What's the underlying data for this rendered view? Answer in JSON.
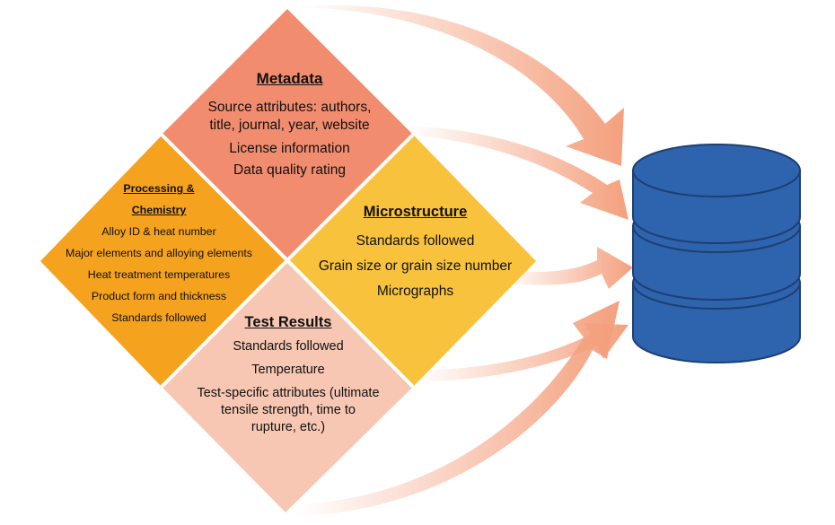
{
  "colors": {
    "metadata": "#F28C6F",
    "processing": "#F5A21F",
    "microstructure": "#F9C23C",
    "test_results": "#F7C7B3",
    "arrow": "#F4A07E",
    "database": "#2E63AE",
    "database_edge": "#1E3F73"
  },
  "metadata": {
    "title": "Metadata",
    "lines": [
      "Source attributes: authors,",
      "title, journal, year, website",
      "License information",
      "Data quality rating"
    ]
  },
  "processing": {
    "title_line1": "Processing &",
    "title_line2": "Chemistry",
    "lines": [
      "Alloy ID & heat number",
      "Major elements and alloying elements",
      "Heat treatment temperatures",
      "Product form and thickness",
      "Standards followed"
    ]
  },
  "microstructure": {
    "title": "Microstructure",
    "lines": [
      "Standards followed",
      "Grain size or grain size number",
      "Micrographs"
    ]
  },
  "test_results": {
    "title": "Test Results",
    "lines": [
      "Standards followed",
      "Temperature",
      "Test-specific attributes (ultimate",
      "tensile strength, time to",
      "rupture, etc.)"
    ]
  },
  "icons": [
    "arrow-icon",
    "database-icon"
  ]
}
